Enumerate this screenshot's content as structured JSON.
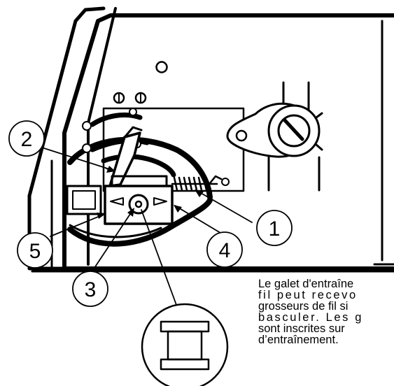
{
  "callouts": [
    {
      "id": "callout-1",
      "label": "1"
    },
    {
      "id": "callout-2",
      "label": "2"
    },
    {
      "id": "callout-3",
      "label": "3"
    },
    {
      "id": "callout-4",
      "label": "4"
    },
    {
      "id": "callout-5",
      "label": "5"
    }
  ],
  "caption": {
    "lines": [
      "Le galet d'entraîne",
      "fil peut recevo",
      "grosseurs de fil si",
      "basculer. Les g",
      "sont inscrites sur",
      "d’entraînement."
    ]
  },
  "colors": {
    "ink": "#000000",
    "paper": "#ffffff"
  }
}
